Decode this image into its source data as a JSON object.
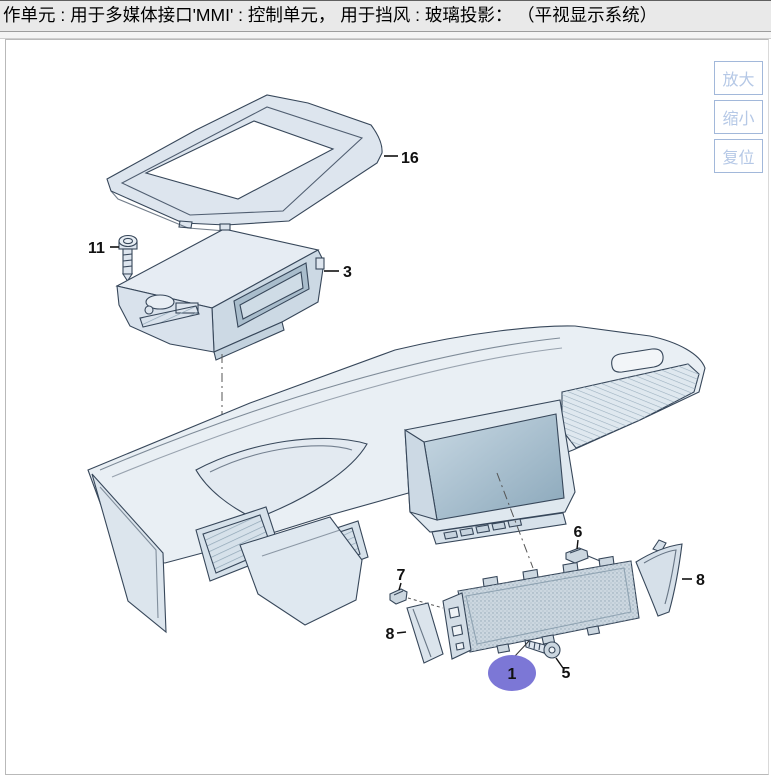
{
  "header": {
    "title": "作单元 : 用于多媒体接口'MMI' : 控制单元， 用于挡风 : 玻璃投影： （平视显示系统）"
  },
  "toolbar": {
    "zoom_in": "放大",
    "zoom_out": "缩小",
    "reset": "复位"
  },
  "diagram": {
    "callouts": [
      {
        "part": "16",
        "label": "16"
      },
      {
        "part": "11",
        "label": "11"
      },
      {
        "part": "3",
        "label": "3"
      },
      {
        "part": "6",
        "label": "6"
      },
      {
        "part": "7",
        "label": "7"
      },
      {
        "part": "8",
        "label": "8"
      },
      {
        "part": "8",
        "label": "8"
      },
      {
        "part": "5",
        "label": "5"
      },
      {
        "part": "1",
        "label": "1"
      }
    ],
    "highlight": {
      "part": "1",
      "color": "#7c77d6",
      "text_color": "#18188a"
    }
  }
}
